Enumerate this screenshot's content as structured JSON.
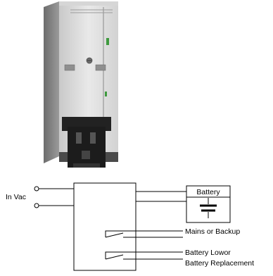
{
  "diagram": {
    "input_label": "In Vac",
    "battery_label": "Battery",
    "relays": [
      {
        "label": "Mains or Backup"
      },
      {
        "label": "Battery Lowor"
      },
      {
        "label": "Battery Replacement"
      }
    ]
  },
  "colors": {
    "line": "#000000",
    "housing_light": "#e4e4e4",
    "housing_mid": "#bdbdbd",
    "housing_dark": "#7a7a7a",
    "clip": "#1c1c1c",
    "led": "#3f9a3f"
  }
}
